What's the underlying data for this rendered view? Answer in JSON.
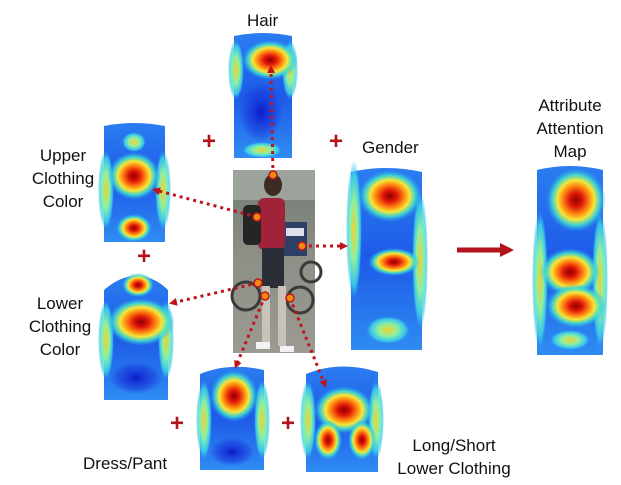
{
  "labels": {
    "hair": "Hair",
    "upper_clothing_color": "Upper\nClothing\nColor",
    "lower_clothing_color": "Lower\nClothing\nColor",
    "gender": "Gender",
    "attribute_attention_map": "Attribute\nAttention\nMap",
    "dress_pant": "Dress/Pant",
    "long_short_lower_clothing": "Long/Short\nLower Clothing"
  },
  "operators": {
    "plus": "+"
  },
  "colors": {
    "arrow": "#c0141b",
    "heat_low": "#1c3fe0",
    "heat_mid": "#2bd0e8",
    "heat_warm": "#f4e83a",
    "heat_high": "#c81208"
  },
  "icons": [
    "pedestrian-photo",
    "attention-heatmap",
    "dotted-arrow",
    "result-arrow"
  ]
}
